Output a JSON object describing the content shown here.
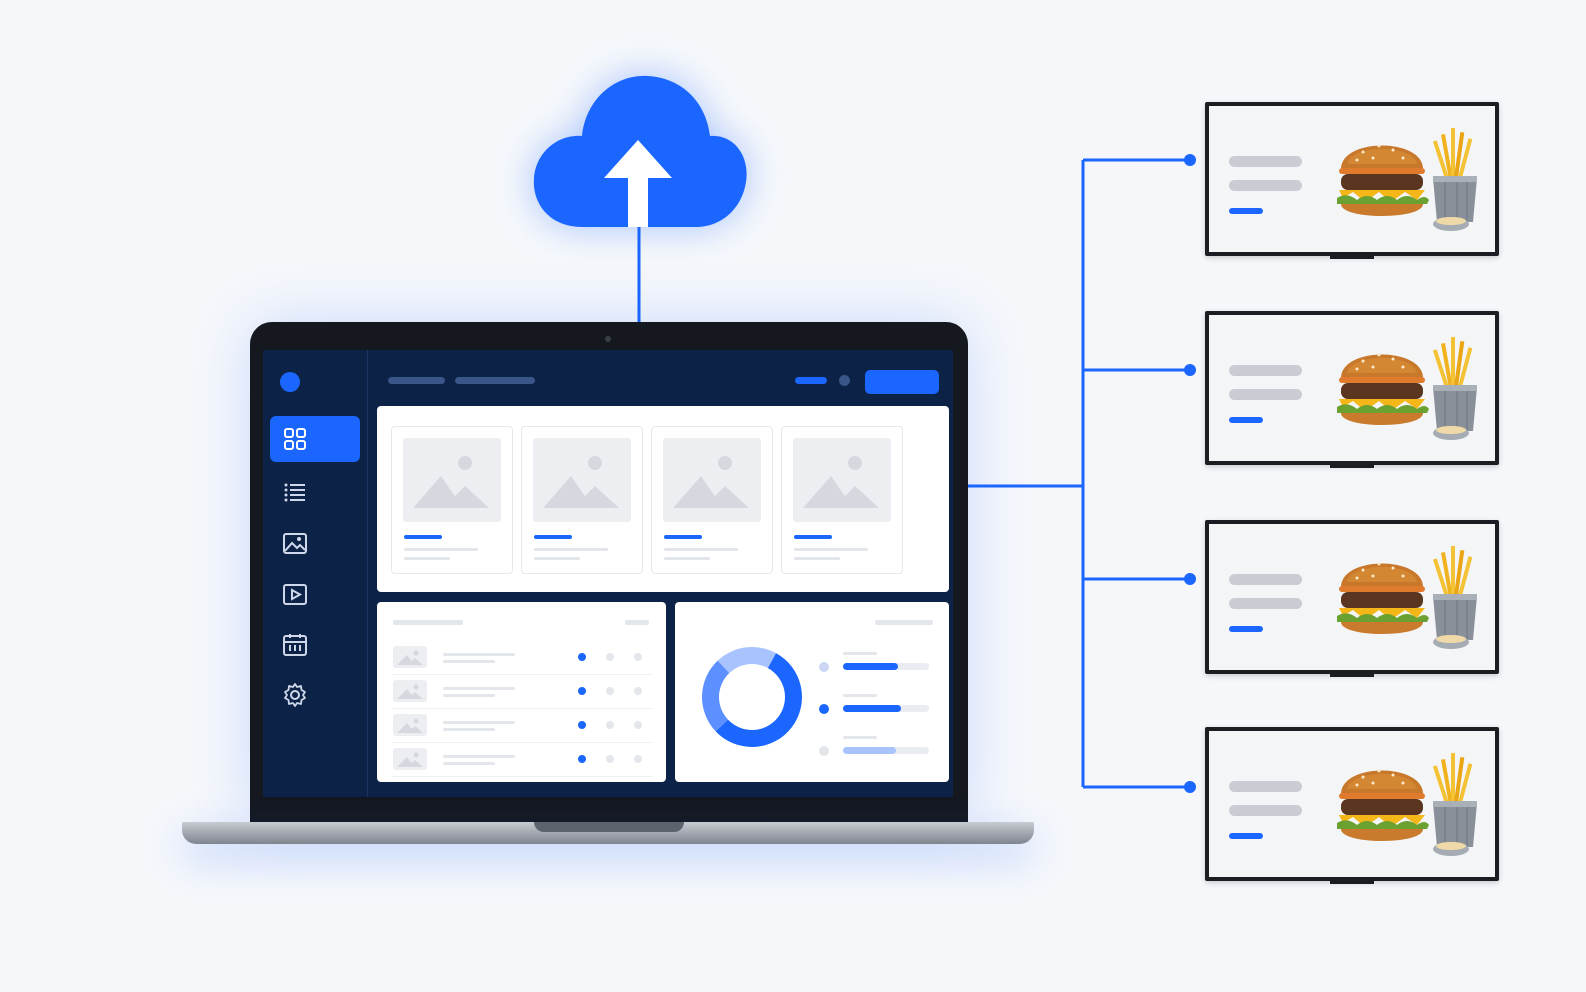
{
  "colors": {
    "accent": "#1a66ff",
    "screen_bg": "#0d2247",
    "page_bg": "#f5f7fb"
  },
  "cloud": {
    "icon": "cloud-upload-icon"
  },
  "sidebar": {
    "items": [
      {
        "icon": "dashboard-icon",
        "active": true
      },
      {
        "icon": "playlist-icon",
        "active": false
      },
      {
        "icon": "image-icon",
        "active": false
      },
      {
        "icon": "video-icon",
        "active": false
      },
      {
        "icon": "calendar-icon",
        "active": false
      },
      {
        "icon": "gear-icon",
        "active": false
      }
    ]
  },
  "media_cards": [
    {
      "icon": "image-placeholder-icon"
    },
    {
      "icon": "image-placeholder-icon"
    },
    {
      "icon": "image-placeholder-icon"
    },
    {
      "icon": "image-placeholder-icon"
    }
  ],
  "list_rows": [
    {
      "icon": "image-placeholder-icon"
    },
    {
      "icon": "image-placeholder-icon"
    },
    {
      "icon": "image-placeholder-icon"
    },
    {
      "icon": "image-placeholder-icon"
    }
  ],
  "donut": {
    "segments": [
      0.55,
      0.25,
      0.2
    ]
  },
  "legend_bars": [
    0.64,
    0.67,
    0.62
  ],
  "displays": [
    {
      "icon": "burger-and-fries-image"
    },
    {
      "icon": "burger-and-fries-image"
    },
    {
      "icon": "burger-and-fries-image"
    },
    {
      "icon": "burger-and-fries-image"
    }
  ]
}
